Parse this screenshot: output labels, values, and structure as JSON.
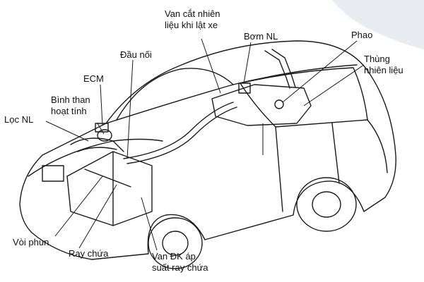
{
  "diagram": {
    "labels": {
      "van_cat": [
        "Van cắt nhiên",
        "liệu khi lật xe"
      ],
      "bom": "Bơm NL",
      "phao": "Phao",
      "thung": [
        "Thùng",
        "nhiên liệu"
      ],
      "dau_noi": "Đầu nối",
      "ecm": "ECM",
      "binh_than": [
        "Bình than",
        "hoạt tính"
      ],
      "loc": "Lọc NL",
      "voi_phun": "Vòi phun",
      "ray_chua": "Ray chứa",
      "van_dk": [
        "Van ĐK áp",
        "suất ray chứa"
      ]
    },
    "colors": {
      "line": "#1a1a1a",
      "background": "#ffffff",
      "backdrop": "#dfe4ea"
    }
  }
}
